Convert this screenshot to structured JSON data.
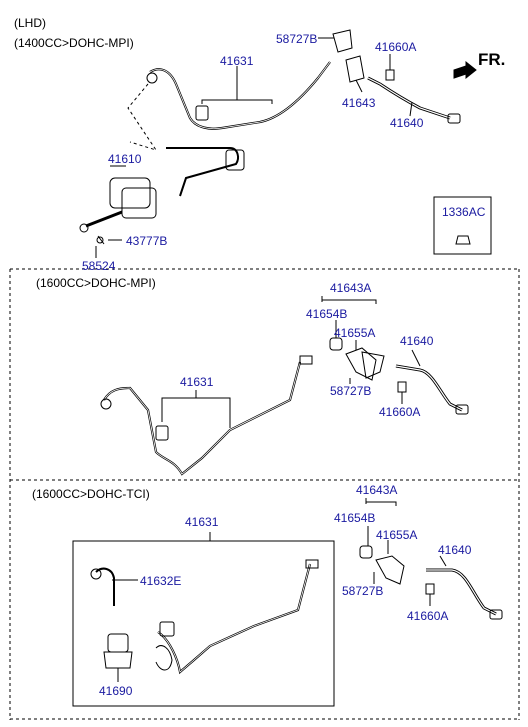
{
  "header": {
    "line1": "(LHD)",
    "line2": "(1400CC>DOHC-MPI)",
    "fr": "FR."
  },
  "section1": {
    "labels": {
      "p58727B": "58727B",
      "p41660A": "41660A",
      "p41631": "41631",
      "p41643": "41643",
      "p41640": "41640",
      "p41610": "41610",
      "p43777B": "43777B",
      "p58524": "58524"
    },
    "box_part": "1336AC"
  },
  "section2": {
    "title": "(1600CC>DOHC-MPI)",
    "labels": {
      "p41643A": "41643A",
      "p41654B": "41654B",
      "p41655A": "41655A",
      "p41640": "41640",
      "p41631": "41631",
      "p58727B": "58727B",
      "p41660A": "41660A"
    }
  },
  "section3": {
    "title": "(1600CC>DOHC-TCI)",
    "labels": {
      "p41643A": "41643A",
      "p41654B": "41654B",
      "p41655A": "41655A",
      "p41631": "41631",
      "p41640": "41640",
      "p41632E": "41632E",
      "p58727B": "58727B",
      "p41660A": "41660A",
      "p41690": "41690"
    }
  },
  "colors": {
    "part_number": "#1a1aa0",
    "line": "#000000"
  }
}
